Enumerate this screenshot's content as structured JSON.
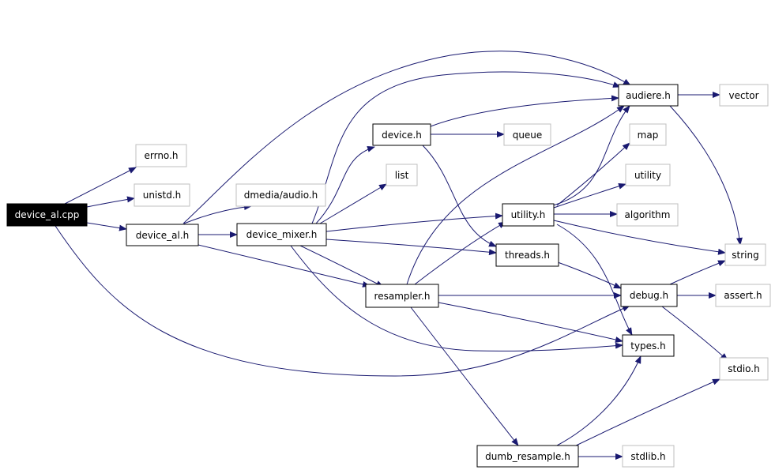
{
  "diagram": {
    "nodes": {
      "device_al_cpp": "device_al.cpp",
      "errno_h": "errno.h",
      "unistd_h": "unistd.h",
      "device_al_h": "device_al.h",
      "dmedia_audio_h": "dmedia/audio.h",
      "device_mixer_h": "device_mixer.h",
      "device_h": "device.h",
      "list": "list",
      "queue": "queue",
      "audiere_h": "audiere.h",
      "vector": "vector",
      "map": "map",
      "utility": "utility",
      "utility_h": "utility.h",
      "algorithm": "algorithm",
      "string": "string",
      "threads_h": "threads.h",
      "resampler_h": "resampler.h",
      "debug_h": "debug.h",
      "assert_h": "assert.h",
      "types_h": "types.h",
      "stdio_h": "stdio.h",
      "dumb_resample_h": "dumb_resample.h",
      "stdlib_h": "stdlib.h"
    },
    "edges": [
      [
        "device_al_cpp",
        "errno_h"
      ],
      [
        "device_al_cpp",
        "unistd_h"
      ],
      [
        "device_al_cpp",
        "device_al_h"
      ],
      [
        "device_al_cpp",
        "debug_h"
      ],
      [
        "device_al_h",
        "audiere_h"
      ],
      [
        "device_al_h",
        "dmedia_audio_h"
      ],
      [
        "device_al_h",
        "device_mixer_h"
      ],
      [
        "device_al_h",
        "resampler_h"
      ],
      [
        "device_mixer_h",
        "audiere_h"
      ],
      [
        "device_mixer_h",
        "device_h"
      ],
      [
        "device_mixer_h",
        "list"
      ],
      [
        "device_mixer_h",
        "utility_h"
      ],
      [
        "device_mixer_h",
        "threads_h"
      ],
      [
        "device_mixer_h",
        "resampler_h"
      ],
      [
        "device_mixer_h",
        "types_h"
      ],
      [
        "device_h",
        "audiere_h"
      ],
      [
        "device_h",
        "queue"
      ],
      [
        "device_h",
        "threads_h"
      ],
      [
        "audiere_h",
        "vector"
      ],
      [
        "audiere_h",
        "string"
      ],
      [
        "utility_h",
        "audiere_h"
      ],
      [
        "utility_h",
        "map"
      ],
      [
        "utility_h",
        "utility"
      ],
      [
        "utility_h",
        "algorithm"
      ],
      [
        "utility_h",
        "string"
      ],
      [
        "utility_h",
        "types_h"
      ],
      [
        "threads_h",
        "debug_h"
      ],
      [
        "resampler_h",
        "audiere_h"
      ],
      [
        "resampler_h",
        "utility_h"
      ],
      [
        "resampler_h",
        "debug_h"
      ],
      [
        "resampler_h",
        "types_h"
      ],
      [
        "resampler_h",
        "dumb_resample_h"
      ],
      [
        "debug_h",
        "string"
      ],
      [
        "debug_h",
        "assert_h"
      ],
      [
        "debug_h",
        "stdio_h"
      ],
      [
        "dumb_resample_h",
        "types_h"
      ],
      [
        "dumb_resample_h",
        "stdio_h"
      ],
      [
        "dumb_resample_h",
        "stdlib_h"
      ]
    ]
  }
}
